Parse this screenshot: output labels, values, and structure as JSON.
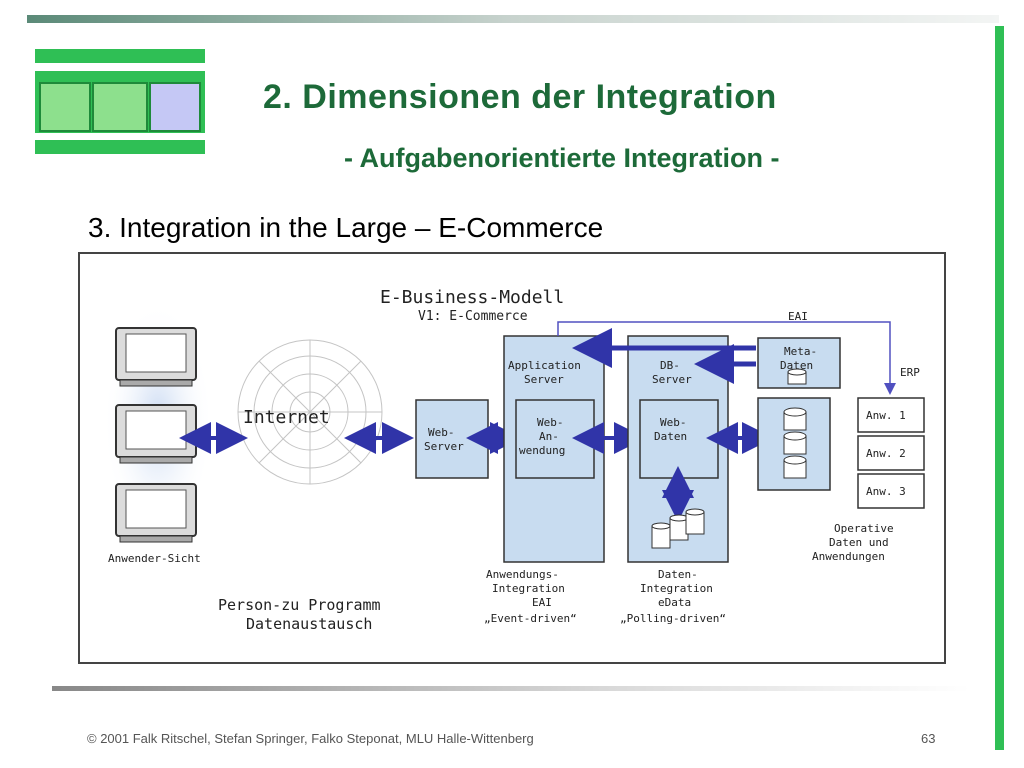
{
  "colors": {
    "title_green": "#1d6a39",
    "logo_green": "#2fbf55",
    "cell_green": "#8de08d",
    "cell_blue": "#c5c8f5",
    "box_blue": "#c8dcf0",
    "arrow_blue": "#3034a8",
    "rule_gray": "#a0a0a0"
  },
  "slide": {
    "title": "2. Dimensionen der Integration",
    "subtitle": "- Aufgabenorientierte Integration -",
    "heading": "3. Integration in the Large – E-Commerce",
    "footer": "© 2001 Falk Ritschel, Stefan Springer, Falko Steponat, MLU Halle-Wittenberg",
    "page_number": "63"
  },
  "diagram": {
    "title_line1": "E-Business-Modell",
    "title_line2": "V1: E-Commerce",
    "client_label": "Anwender-Sicht",
    "internet_label": "Internet",
    "web_server": [
      "Web-",
      "Server"
    ],
    "app_server_header": [
      "Application",
      "Server"
    ],
    "web_app": [
      "Web-",
      "An-",
      "wendung"
    ],
    "db_server_header": [
      "DB-",
      "Server"
    ],
    "web_data": [
      "Web-",
      "Daten"
    ],
    "meta_data": [
      "Meta-",
      "Daten"
    ],
    "eai_top": "EAI",
    "erp": "ERP",
    "apps": [
      "Anw. 1",
      "Anw. 2",
      "Anw. 3"
    ],
    "operative": [
      "Operative",
      "Daten und",
      "Anwendungen"
    ],
    "app_integration": [
      "Anwendungs-",
      "Integration",
      "EAI",
      "„Event-driven“"
    ],
    "data_integration": [
      "Daten-",
      "Integration",
      "eData",
      "„Polling-driven“"
    ],
    "person_program": [
      "Person-zu Programm",
      "Datenaustausch"
    ]
  }
}
